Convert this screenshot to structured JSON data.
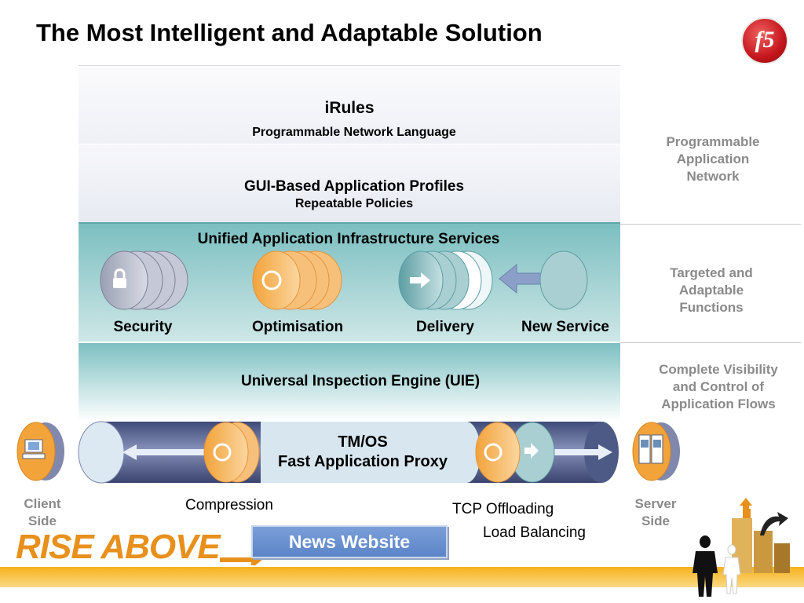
{
  "slide": {
    "title": "The Most Intelligent and Adaptable Solution"
  },
  "logo": {
    "text": "f5"
  },
  "layers": {
    "irules": {
      "title": "iRules",
      "subtitle": "Programmable Network Language"
    },
    "gui": {
      "title": "GUI-Based Application Profiles",
      "subtitle": "Repeatable Policies"
    },
    "services": {
      "title": "Unified Application Infrastructure Services",
      "items": [
        "Security",
        "Optimisation",
        "Delivery",
        "New Service"
      ]
    },
    "uie": {
      "title": "Universal Inspection Engine (UIE)"
    }
  },
  "side_labels": {
    "programmable": [
      "Programmable",
      "Application",
      "Network"
    ],
    "targeted": [
      "Targeted and",
      "Adaptable",
      "Functions"
    ],
    "complete": [
      "Complete Visibility",
      "and Control of",
      "Application Flows"
    ]
  },
  "tmos": {
    "line1": "TM/OS",
    "line2": "Fast Application Proxy"
  },
  "endpoints": {
    "client": [
      "Client",
      "Side"
    ],
    "server": [
      "Server",
      "Side"
    ]
  },
  "features": {
    "compression": "Compression",
    "tcp": "TCP Offloading",
    "lb": "Load Balancing"
  },
  "button": {
    "news": "News Website"
  },
  "branding": {
    "tagline": "RISE ABOVE"
  },
  "colors": {
    "accent_orange": "#f2a33a",
    "teal": "#7cbfc1",
    "slate": "#4e5a86",
    "red": "#c4161c"
  }
}
